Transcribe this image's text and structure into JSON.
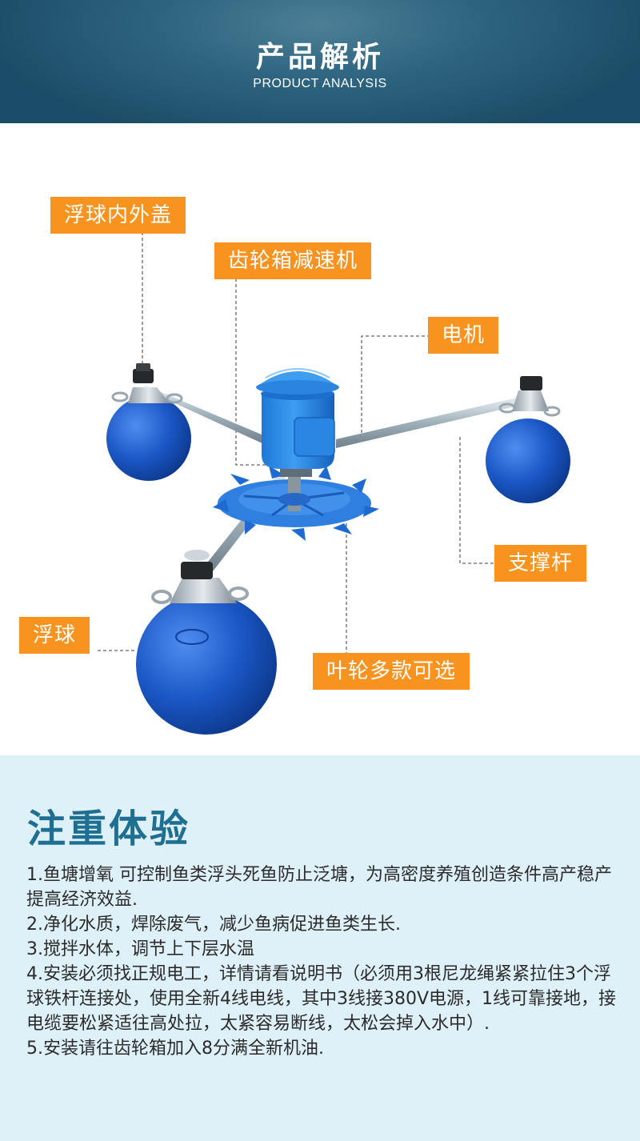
{
  "header": {
    "title": "产品解析",
    "subtitle": "PRODUCT ANALYSIS"
  },
  "labels": {
    "float_cover": "浮球内外盖",
    "gearbox": "齿轮箱减速机",
    "motor": "电机",
    "support_rod": "支撑杆",
    "float_ball": "浮球",
    "impeller": "叶轮多款可选"
  },
  "experience": {
    "title": "注重体验",
    "items": [
      "1.鱼塘增氧 可控制鱼类浮头死鱼防止泛塘，为高密度养殖创造条件高产稳产提高经济效益.",
      "2.净化水质，焊除废气，减少鱼病促进鱼类生长.",
      "3.搅拌水体，调节上下层水温",
      "4.安装必须找正规电工，详情请看说明书（必须用3根尼龙绳紧紧拉住3个浮球铁杆连接处，使用全新4线电线，其中3线接380V电源，1线可靠接地，接电缆要松紧适往高处拉，太紧容易断线，太松会掉入水中）.",
      "5.安装请往齿轮箱加入8分满全新机油."
    ]
  },
  "colors": {
    "header_dark": "#1c4d68",
    "label_orange": "#f7931e",
    "float_blue": "#1a56c4",
    "section_bg": "#dff1f8",
    "title_blue": "#1f6f93"
  }
}
